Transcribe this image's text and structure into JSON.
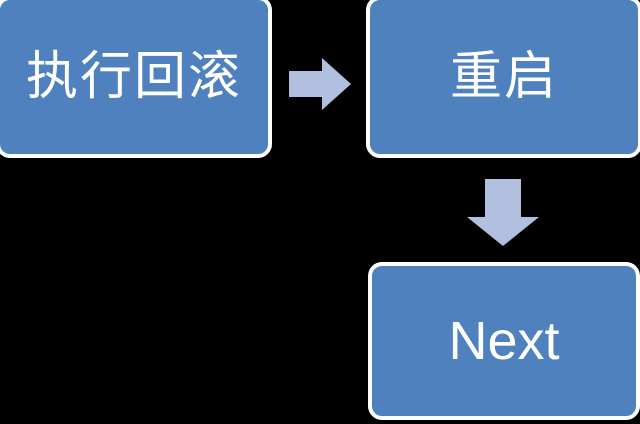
{
  "diagram": {
    "type": "flowchart",
    "background_color": "#000000",
    "node_fill_color": "#4E81BD",
    "node_border_color": "#FFFFFF",
    "node_text_color": "#FFFFFF",
    "arrow_color": "#B0C0DE",
    "nodes": [
      {
        "id": "rollback",
        "label": "执行回滚",
        "shape": "rounded-rectangle",
        "position": "top-left"
      },
      {
        "id": "restart",
        "label": "重启",
        "shape": "rounded-rectangle",
        "position": "top-right"
      },
      {
        "id": "next",
        "label": "Next",
        "shape": "rounded-rectangle",
        "position": "bottom-right"
      }
    ],
    "connectors": [
      {
        "id": "rollback-to-restart",
        "icon": "arrow-right-icon",
        "from": "rollback",
        "to": "restart",
        "direction": "right"
      },
      {
        "id": "restart-to-next",
        "icon": "arrow-down-icon",
        "from": "restart",
        "to": "next",
        "direction": "down"
      }
    ]
  }
}
